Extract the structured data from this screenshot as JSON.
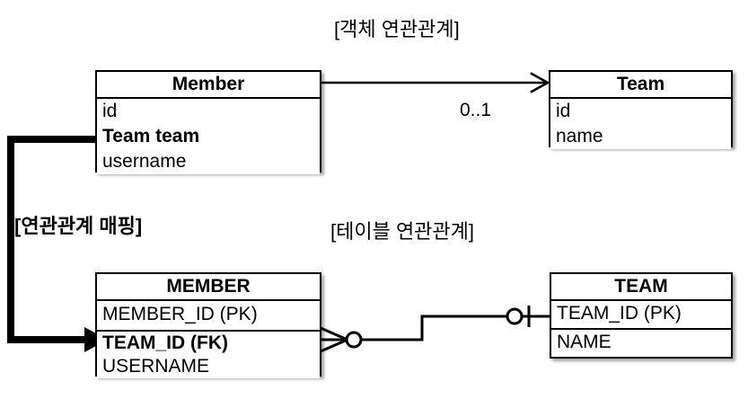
{
  "diagram": {
    "type": "erd-uml-mapping",
    "captions": {
      "object_relation": "[객체 연관관계]",
      "table_relation": "[테이블 연관관계]",
      "mapping": "[연관관계 매핑]"
    },
    "object_model": {
      "member_class": {
        "title": "Member",
        "fields": [
          {
            "label": "id",
            "bold": false
          },
          {
            "label": "Team team",
            "bold": true
          },
          {
            "label": "username",
            "bold": false
          }
        ]
      },
      "team_class": {
        "title": "Team",
        "fields": [
          {
            "label": "id",
            "bold": false
          },
          {
            "label": "name",
            "bold": false
          }
        ]
      },
      "association": {
        "multiplicity": "0..1",
        "arrow": "open-arrow-right"
      }
    },
    "table_model": {
      "member_table": {
        "title": "MEMBER",
        "fields": [
          {
            "label": "MEMBER_ID (PK)",
            "bold": false
          },
          {
            "label": "TEAM_ID (FK)",
            "bold": true
          },
          {
            "label": "USERNAME",
            "bold": false
          }
        ]
      },
      "team_table": {
        "title": "TEAM",
        "fields": [
          {
            "label": "TEAM_ID (PK)",
            "bold": false
          },
          {
            "label": "NAME",
            "bold": false
          }
        ]
      },
      "relationship": {
        "left_end": "zero-or-many-crowsfoot",
        "right_end": "zero-or-one"
      }
    },
    "colors": {
      "line": "#000000",
      "fill": "#ffffff",
      "text": "#000000"
    }
  }
}
